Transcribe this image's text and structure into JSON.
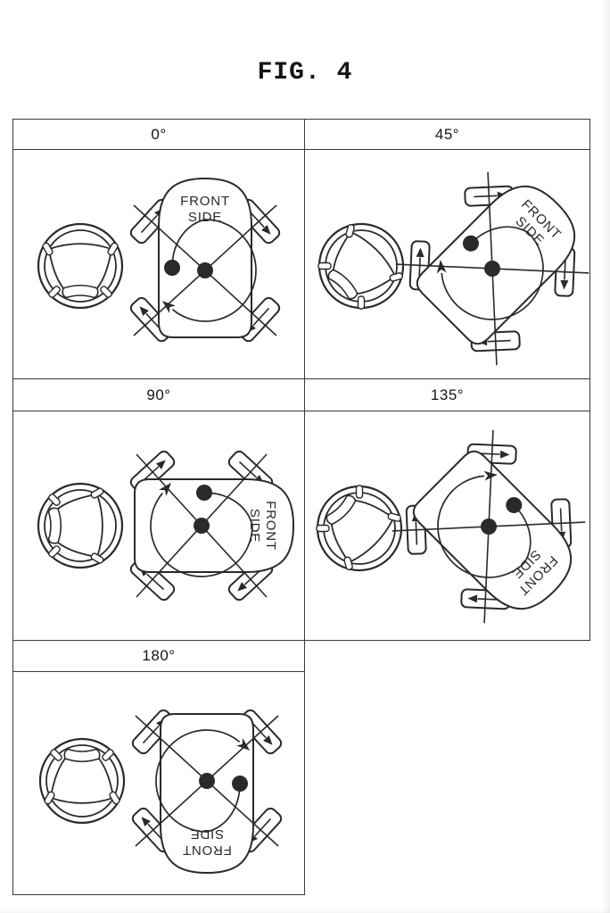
{
  "figure": {
    "title": "FIG. 4"
  },
  "car_diagram": {
    "front_label_line1": "FRONT",
    "front_label_line2": "SIDE",
    "rotation_direction": "clockwise"
  },
  "table": {
    "cells": [
      {
        "label": "0°",
        "angle": 0
      },
      {
        "label": "45°",
        "angle": 45
      },
      {
        "label": "90°",
        "angle": 90
      },
      {
        "label": "135°",
        "angle": 135
      },
      {
        "label": "180°",
        "angle": 180
      }
    ]
  },
  "colors": {
    "ink": "#2a2a2a",
    "grid_line": "#3a3a3a",
    "background": "#ffffff"
  }
}
